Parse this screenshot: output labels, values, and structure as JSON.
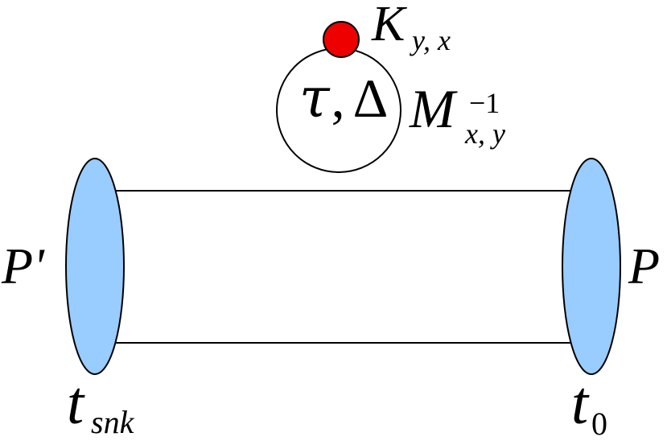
{
  "diagram": {
    "loop": {
      "symbol_tau": "τ",
      "separator": ",",
      "symbol_delta": "Δ",
      "propagator": {
        "base": "M",
        "superscript": "−1",
        "subscript": "x, y"
      },
      "vertex": {
        "base": "K",
        "subscript": "y, x",
        "color": "#ee0000"
      }
    },
    "sink": {
      "state_label": "P'",
      "time_base": "t",
      "time_subscript": "snk",
      "color": "#99ccff"
    },
    "source": {
      "state_label": "P",
      "time_base": "t",
      "time_subscript": "0",
      "color": "#99ccff"
    }
  }
}
